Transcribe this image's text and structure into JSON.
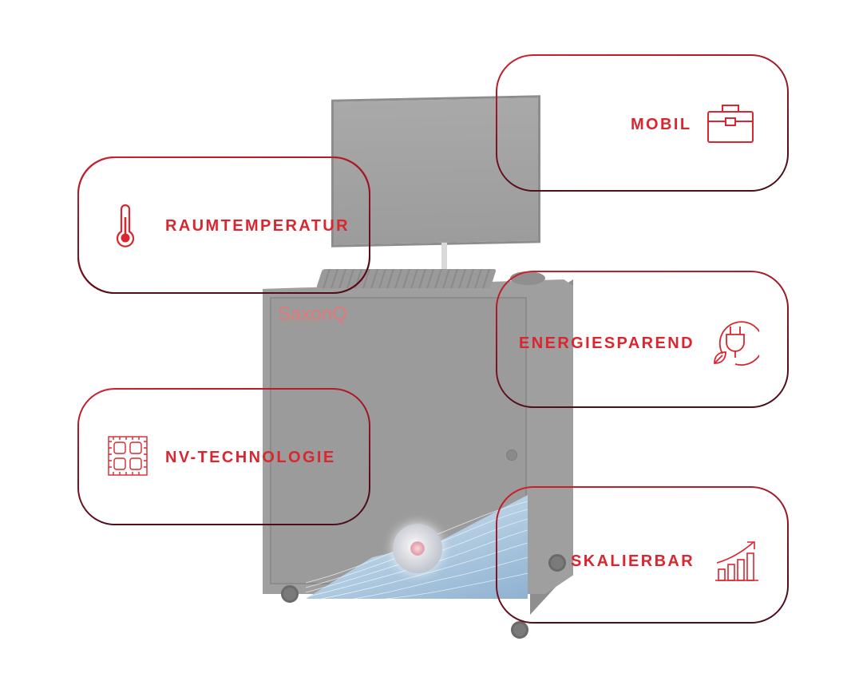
{
  "brand": {
    "logo_text": "SaxonQ"
  },
  "features": {
    "mobil": {
      "label": "MOBIL",
      "icon": "briefcase-icon"
    },
    "raumtemperatur": {
      "label": "RAUMTEMPERATUR",
      "icon": "thermometer-icon"
    },
    "energiesparend": {
      "label": "ENERGIESPAREND",
      "icon": "eco-plug-icon"
    },
    "nv_technologie": {
      "label": "NV-TECHNOLOGIE",
      "icon": "chip-grid-icon"
    },
    "skalierbar": {
      "label": "SKALIERBAR",
      "icon": "growth-chart-icon"
    }
  },
  "colors": {
    "accent_red": "#d9262f",
    "card_border_top": "#c71d2a",
    "card_border_bottom": "#5a1020",
    "device_gray": "#9f9f9f"
  }
}
